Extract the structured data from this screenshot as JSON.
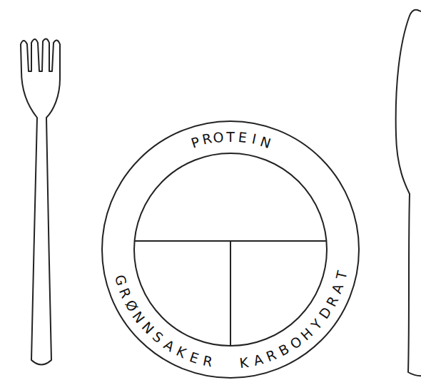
{
  "diagram": {
    "labels": [
      "PROTEIN",
      "GRØNNSAKER",
      "KARBOHYDRAT"
    ]
  }
}
